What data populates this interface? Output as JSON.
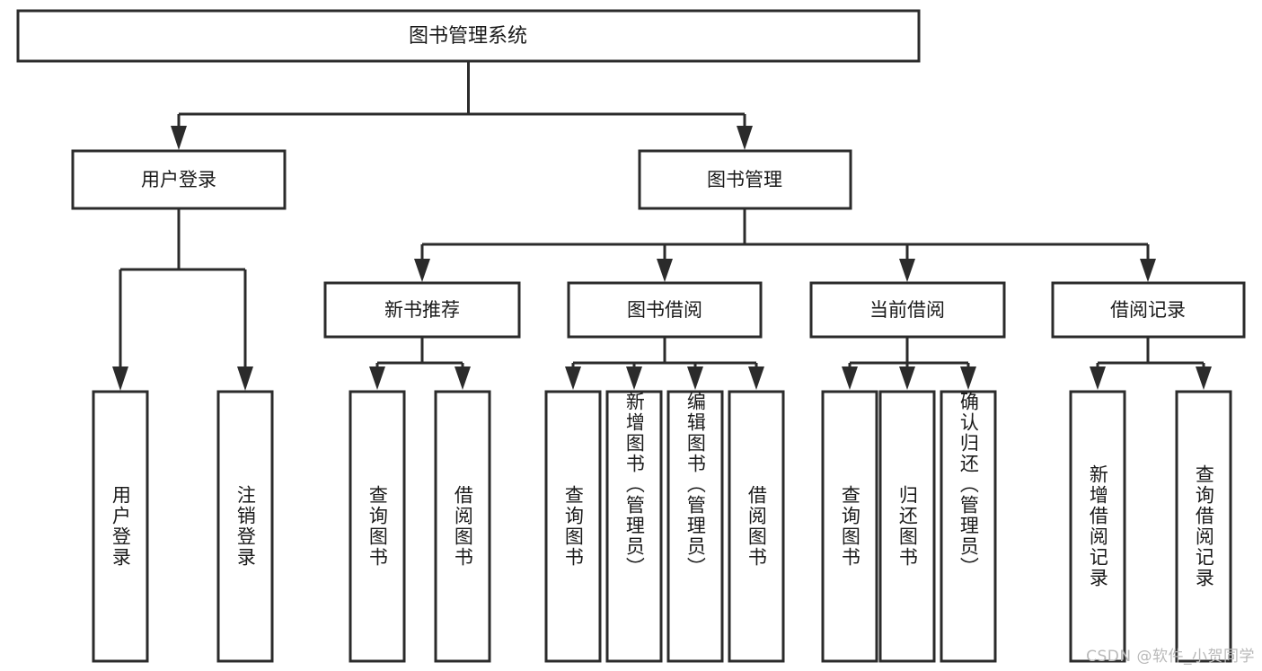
{
  "diagram": {
    "type": "tree",
    "title": "图书管理系统",
    "orientation": "top-down",
    "style": {
      "box_fill": "#ffffff",
      "box_stroke": "#2b2b2b",
      "connector_color": "#2b2b2b",
      "text_color": "#1a1a1a",
      "background": "#ffffff",
      "watermark_color": "#b9b9b9"
    },
    "root": {
      "label": "图书管理系统"
    },
    "level2": [
      {
        "label": "用户登录"
      },
      {
        "label": "图书管理"
      }
    ],
    "level3": [
      {
        "label": "新书推荐"
      },
      {
        "label": "图书借阅"
      },
      {
        "label": "当前借阅"
      },
      {
        "label": "借阅记录"
      }
    ],
    "leaves": {
      "user_login": [
        {
          "label": "用户登录"
        },
        {
          "label": "注销登录"
        }
      ],
      "new_book_recommend": [
        {
          "label": "查询图书"
        },
        {
          "label": "借阅图书"
        }
      ],
      "book_borrow": [
        {
          "label": "查询图书"
        },
        {
          "label": "新增图书（管理员）"
        },
        {
          "label": "编辑图书（管理员）"
        },
        {
          "label": "借阅图书"
        }
      ],
      "current_borrow": [
        {
          "label": "查询图书"
        },
        {
          "label": "归还图书"
        },
        {
          "label": "确认归还（管理员）"
        }
      ],
      "borrow_record": [
        {
          "label": "新增借阅记录"
        },
        {
          "label": "查询借阅记录"
        }
      ]
    }
  },
  "watermark": {
    "text": "CSDN @软件_小贺同学"
  }
}
